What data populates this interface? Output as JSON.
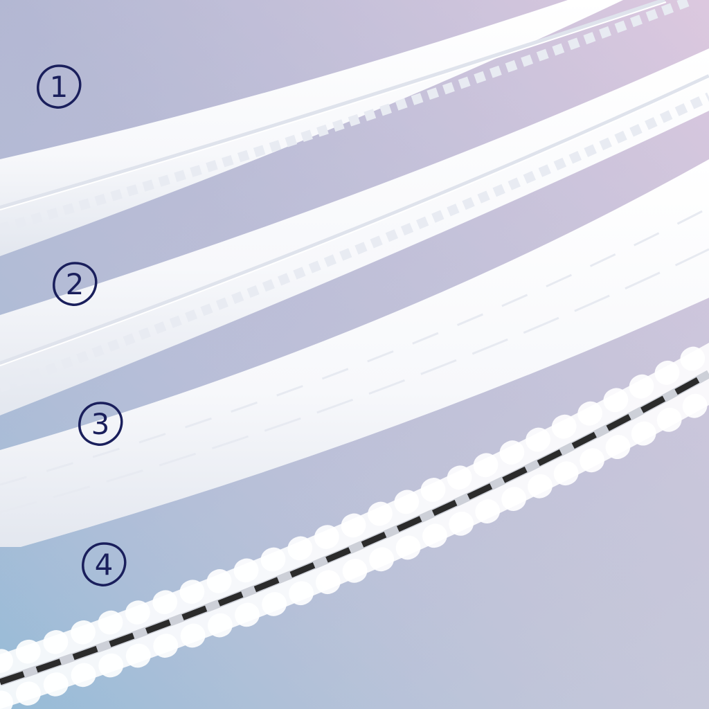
{
  "labels": [
    {
      "id": "1",
      "text": "1"
    },
    {
      "id": "2",
      "text": "2"
    },
    {
      "id": "3",
      "text": "3"
    },
    {
      "id": "4",
      "text": "4"
    }
  ],
  "colors": {
    "background_top_left": "#a9b3d0",
    "background_top_right": "#dcc8df",
    "background_bottom_left": "#8fbad6",
    "background_bottom_right": "#c4cadc",
    "trim_white": "#ffffff",
    "trim_shadow": "#e2e6ee",
    "ribbon_dark": "#2b2b2b",
    "label_ink": "#1a1f5c"
  },
  "trims": [
    {
      "name": "trim-1",
      "style": "double-ruffle-band"
    },
    {
      "name": "trim-2",
      "style": "double-ruffle-band"
    },
    {
      "name": "trim-3",
      "style": "gathered-ruffle"
    },
    {
      "name": "trim-4",
      "style": "eyelet-lace-with-ribbon"
    }
  ]
}
